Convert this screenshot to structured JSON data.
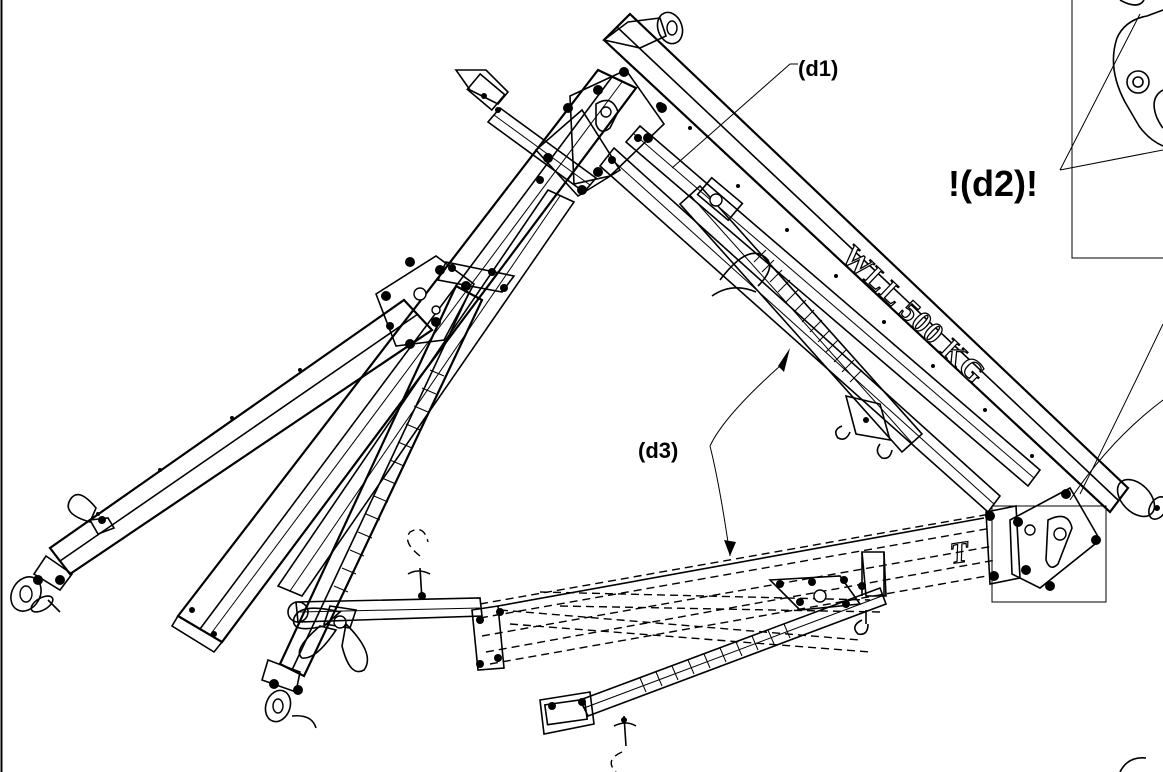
{
  "callouts": {
    "d1": "(d1)",
    "d2": "!(d2)!",
    "d3": "(d3)"
  },
  "arm_marking": "WLL 500 KG",
  "base_marking": "T"
}
